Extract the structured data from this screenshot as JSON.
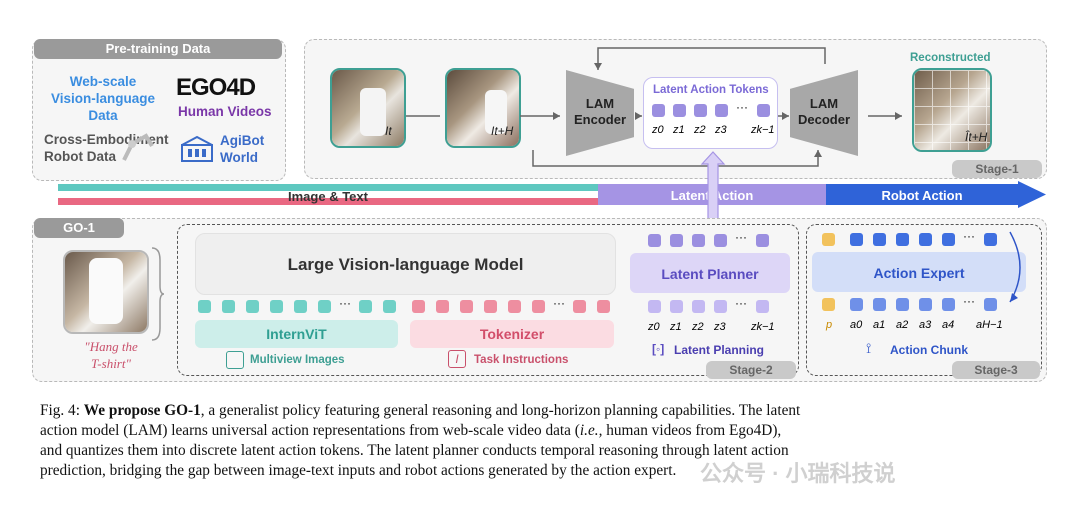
{
  "pretraining": {
    "title": "Pre-training Data",
    "web_scale": [
      "Web-scale",
      "Vision-language",
      "Data"
    ],
    "ego_logo": "EGO4D",
    "human_videos": "Human Videos",
    "cross_embodiment": [
      "Cross-Embodiment",
      "Robot Data"
    ],
    "agibot": [
      "AgiBot",
      "World"
    ]
  },
  "stage1": {
    "lam_encoder": [
      "LAM",
      "Encoder"
    ],
    "lam_decoder": [
      "LAM",
      "Decoder"
    ],
    "latent_tokens_title": "Latent Action Tokens",
    "token_labels": [
      "z0",
      "z1",
      "z2",
      "z3",
      "zk−1"
    ],
    "frame_label_t": "It",
    "frame_label_tH": "It+H",
    "reconstructed": "Reconstructed",
    "recon_label": "Ît+H",
    "stage_tag": "Stage-1"
  },
  "bar": {
    "image_text": "Image & Text",
    "latent_action": "Latent Action",
    "robot_action": "Robot Action"
  },
  "go1": {
    "tag": "GO-1",
    "instruction": [
      "\"Hang the",
      "T-shirt\""
    ],
    "lvlm": "Large Vision-language Model",
    "internvit": "InternViT",
    "tokenizer": "Tokenizer",
    "multiview": "Multiview Images",
    "task_instructions": "Task Instructions",
    "latent_planner": "Latent Planner",
    "planner_token_labels": [
      "z0",
      "z1",
      "z2",
      "z3",
      "zk−1"
    ],
    "latent_planning": "Latent Planning",
    "stage2": "Stage-2",
    "action_expert": "Action Expert",
    "action_labels": [
      "p",
      "a0",
      "a1",
      "a2",
      "a3",
      "a4",
      "aH−1"
    ],
    "action_chunk": "Action Chunk",
    "stage3": "Stage-3"
  },
  "caption": {
    "fig": "Fig. 4:",
    "bold": "We propose GO-1",
    "line1_rest": ", a generalist policy featuring general reasoning and long-horizon planning capabilities. The latent",
    "line2_a": "action model (LAM) learns universal action representations from web-scale video data (",
    "line2_ie": "i.e.,",
    "line2_b": " human videos from Ego4D),",
    "line3": "and quantizes them into discrete latent action tokens. The latent planner conducts temporal reasoning through latent action",
    "line4": "prediction, bridging the gap between image-text inputs and robot actions generated by the action expert."
  },
  "watermark": "公众号 · 小瑞科技说",
  "colors": {
    "teal": "#5ec8c0",
    "pink": "#e96882",
    "purple": "#9f8fe0",
    "blue": "#2f63d8",
    "lightpurple": "#cfc7f3",
    "tealdark": "#3e9f93"
  }
}
